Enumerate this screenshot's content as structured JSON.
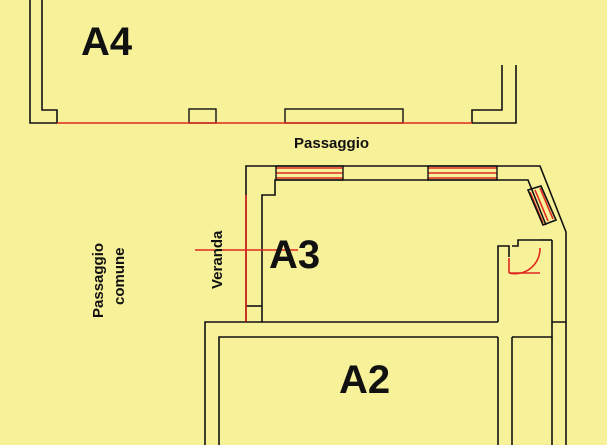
{
  "units": {
    "a4": "A4",
    "a3": "A3",
    "a2": "A2"
  },
  "labels": {
    "passaggio": "Passaggio",
    "veranda": "Veranda",
    "passaggio_comune_line1": "Passaggio",
    "passaggio_comune_line2": "comune"
  },
  "colors": {
    "background": "#f7f19a",
    "walls": "#111111",
    "boundary": "#e0281e"
  }
}
